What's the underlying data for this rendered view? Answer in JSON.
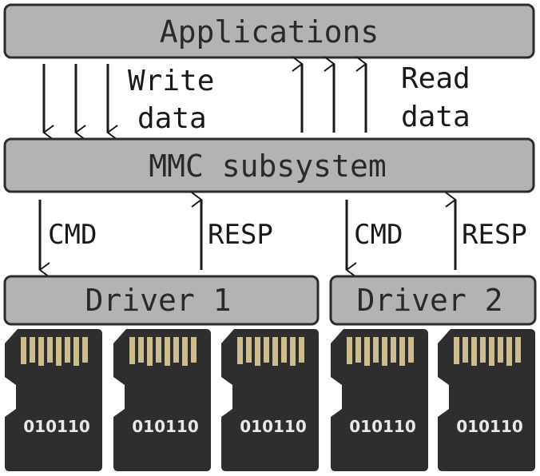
{
  "diagram": {
    "applications": "Applications",
    "write_label": [
      "Write",
      "data"
    ],
    "read_label": [
      "Read",
      "data"
    ],
    "mmc_subsystem": "MMC subsystem",
    "cmd_label": "CMD",
    "resp_label": "RESP",
    "drivers": [
      "Driver 1",
      "Driver 2"
    ],
    "cards": [
      "010110",
      "010110",
      "010110",
      "010110",
      "010110"
    ]
  },
  "colors": {
    "box_fill": "#b3b3b3",
    "box_stroke": "#2b2b2b",
    "card_body": "#2e2e2e",
    "card_contact": "#cdbd8c"
  }
}
